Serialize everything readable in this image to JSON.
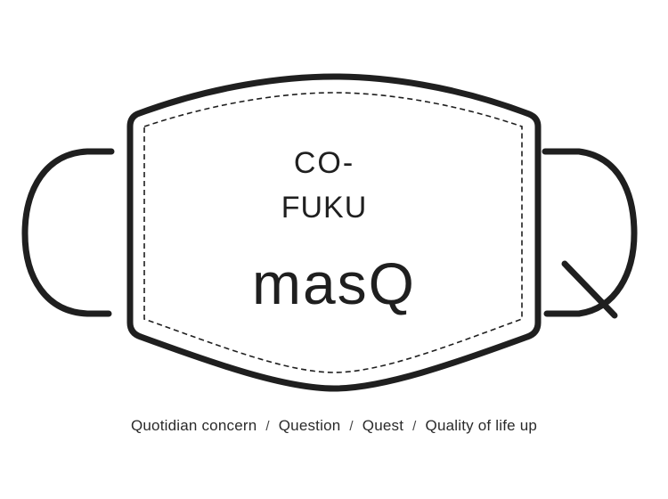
{
  "logo": {
    "line1": "CO-",
    "line2": "FUKU",
    "brand": "masQ"
  },
  "tagline": {
    "items": [
      "Quotidian concern",
      "Question",
      "Quest",
      "Quality of life up"
    ],
    "separator": "/"
  },
  "colors": {
    "ink": "#1f1f1f",
    "background": "#ffffff"
  },
  "icons": {
    "mask_outline": "face-mask-icon",
    "ear_loop_left": "ear-loop-icon",
    "ear_loop_right_q": "ear-loop-q-icon"
  }
}
